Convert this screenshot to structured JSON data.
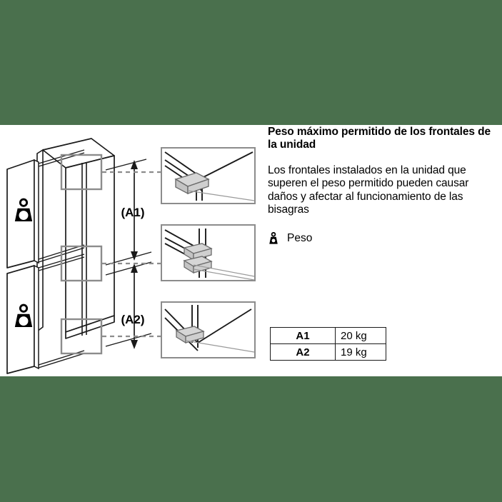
{
  "page": {
    "background_color": "#ffffff",
    "band_color": "#4a704d"
  },
  "content": {
    "heading": "Peso máximo permitido de los frontales de la unidad",
    "body": "Los frontales instalados en la unidad que superen el peso permitido pueden causar daños y afectar al funcionamiento de las bisagras"
  },
  "legend": {
    "icon": "weight-icon",
    "label": "Peso"
  },
  "table": {
    "rows": [
      {
        "key": "A1",
        "value": "20 kg"
      },
      {
        "key": "A2",
        "value": "19 kg"
      }
    ]
  },
  "diagram": {
    "dimension_labels": [
      {
        "id": "a1",
        "label": "(A1)"
      },
      {
        "id": "a2",
        "label": "(A2)"
      }
    ],
    "appliance": {
      "type": "built-in-fridge-freezer",
      "door_panels": [
        {
          "id": "upper-door",
          "icon": "weight-icon"
        },
        {
          "id": "lower-door",
          "icon": "weight-icon"
        }
      ],
      "highlight_boxes": 3
    },
    "callouts": [
      {
        "id": "top-hinge-detail",
        "hinge_blocks": 1
      },
      {
        "id": "middle-hinge-detail",
        "hinge_blocks": 2
      },
      {
        "id": "bottom-hinge-detail",
        "hinge_blocks": 1
      }
    ],
    "colors": {
      "line": "#1a1a1a",
      "highlight_box": "#8c8c8c",
      "leader_dash": "#8c8c8c",
      "hinge_fill": "#d0d0d0"
    }
  }
}
